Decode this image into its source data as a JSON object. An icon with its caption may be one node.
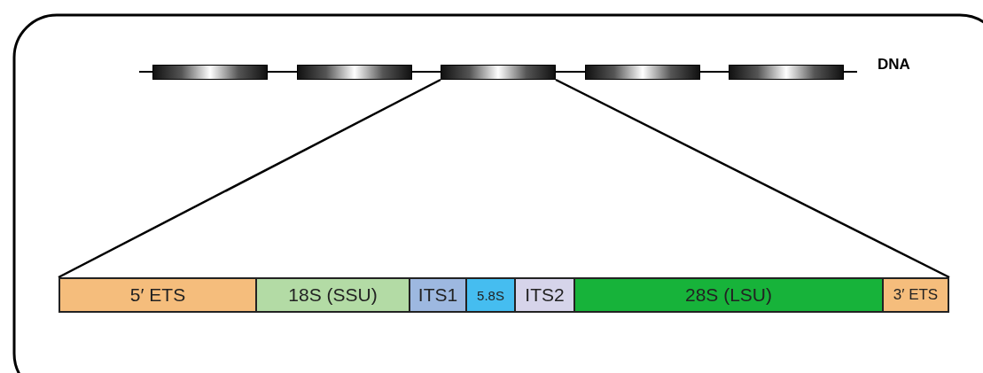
{
  "diagram": {
    "nodes": [
      {
        "text": [],
        "shape": "bar"
      },
      {
        "text": [],
        "shape": "bar"
      },
      {
        "text": [],
        "shape": "bar"
      },
      {
        "text": [],
        "shape": "bar"
      },
      {
        "text": [],
        "shape": "bar"
      },
      {
        "text": [
          "5′ ETS"
        ]
      },
      {
        "text": [
          "18S (SSU)"
        ]
      },
      {
        "text": [
          "ITS1"
        ]
      },
      {
        "text": [
          "5.8S"
        ]
      },
      {
        "text": [
          "ITS2"
        ]
      },
      {
        "text": [
          "28S (LSU)"
        ]
      },
      {
        "text": [
          "3′ ETS"
        ]
      }
    ],
    "edges": [
      {
        "from": 2,
        "to": 5,
        "arrow": "none"
      },
      {
        "from": 2,
        "to": 11,
        "arrow": "none"
      }
    ],
    "labels": [
      "DNA"
    ]
  }
}
